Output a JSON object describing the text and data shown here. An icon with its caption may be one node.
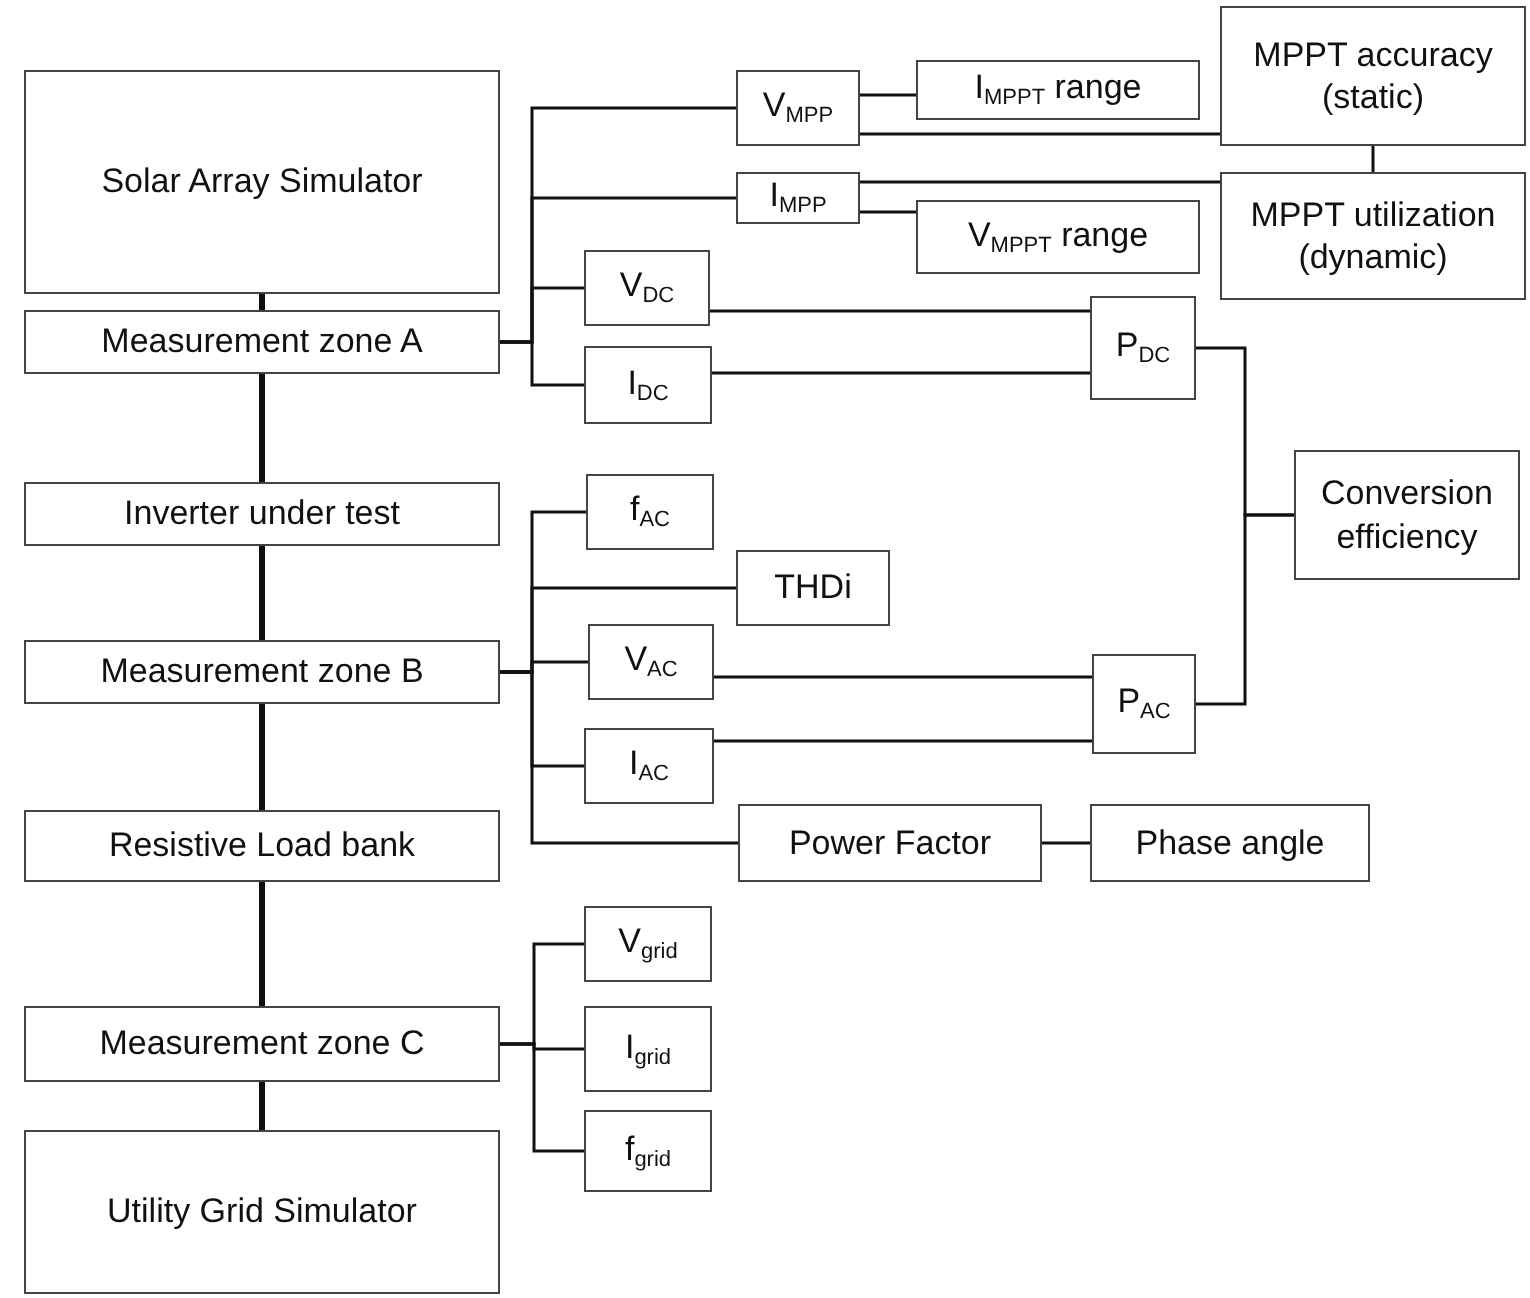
{
  "diagram": {
    "nodes": [
      {
        "text": [
          "Solar Array Simulator"
        ]
      },
      {
        "text": [
          "Measurement zone A"
        ]
      },
      {
        "text": [
          "Inverter under test"
        ]
      },
      {
        "text": [
          "Measurement zone B"
        ]
      },
      {
        "text": [
          "Resistive Load bank"
        ]
      },
      {
        "text": [
          "Measurement zone C"
        ]
      },
      {
        "text": [
          "Utility Grid Simulator"
        ]
      },
      {
        "text": [
          "V$_{MPP}$"
        ]
      },
      {
        "text": [
          "I$_{MPPT}$ range"
        ]
      },
      {
        "text": [
          "MPPT accuracy (static)"
        ]
      },
      {
        "text": [
          "I$_{MPP}$"
        ]
      },
      {
        "text": [
          "V$_{MPPT}$ range"
        ]
      },
      {
        "text": [
          "MPPT utilization (dynamic)"
        ]
      },
      {
        "text": [
          "V$_{DC}$"
        ]
      },
      {
        "text": [
          "I$_{DC}$"
        ]
      },
      {
        "text": [
          "P$_{DC}$"
        ]
      },
      {
        "text": [
          "Conversion efficiency"
        ]
      },
      {
        "text": [
          "f$_{AC}$"
        ]
      },
      {
        "text": [
          "THDi"
        ]
      },
      {
        "text": [
          "V$_{AC}$"
        ]
      },
      {
        "text": [
          "I$_{AC}$"
        ]
      },
      {
        "text": [
          "P$_{AC}$"
        ]
      },
      {
        "text": [
          "Power Factor"
        ]
      },
      {
        "text": [
          "Phase angle"
        ]
      },
      {
        "text": [
          "V$_{grid}$"
        ]
      },
      {
        "text": [
          "I$_{grid}$"
        ]
      },
      {
        "text": [
          "f$_{grid}$"
        ]
      }
    ],
    "edges": [
      {
        "from": 0,
        "to": 1,
        "arrow": "none",
        "style": "thick"
      },
      {
        "from": 1,
        "to": 2,
        "arrow": "none",
        "style": "thick"
      },
      {
        "from": 2,
        "to": 3,
        "arrow": "none",
        "style": "thick"
      },
      {
        "from": 3,
        "to": 4,
        "arrow": "none",
        "style": "thick"
      },
      {
        "from": 4,
        "to": 5,
        "arrow": "none",
        "style": "thick"
      },
      {
        "from": 5,
        "to": 6,
        "arrow": "none",
        "style": "thick"
      },
      {
        "from": 1,
        "to": 7,
        "arrow": "none"
      },
      {
        "from": 1,
        "to": 10,
        "arrow": "none"
      },
      {
        "from": 1,
        "to": 13,
        "arrow": "none"
      },
      {
        "from": 1,
        "to": 14,
        "arrow": "none"
      },
      {
        "from": 7,
        "to": 8,
        "arrow": "none"
      },
      {
        "from": 7,
        "to": 9,
        "arrow": "none"
      },
      {
        "from": 10,
        "to": 11,
        "arrow": "none"
      },
      {
        "from": 10,
        "to": 12,
        "arrow": "none"
      },
      {
        "from": 9,
        "to": 12,
        "arrow": "none"
      },
      {
        "from": 13,
        "to": 15,
        "arrow": "none"
      },
      {
        "from": 14,
        "to": 15,
        "arrow": "none"
      },
      {
        "from": 15,
        "to": 16,
        "arrow": "none"
      },
      {
        "from": 3,
        "to": 17,
        "arrow": "none"
      },
      {
        "from": 3,
        "to": 18,
        "arrow": "none"
      },
      {
        "from": 3,
        "to": 19,
        "arrow": "none"
      },
      {
        "from": 3,
        "to": 20,
        "arrow": "none"
      },
      {
        "from": 3,
        "to": 22,
        "arrow": "none"
      },
      {
        "from": 19,
        "to": 21,
        "arrow": "none"
      },
      {
        "from": 20,
        "to": 21,
        "arrow": "none"
      },
      {
        "from": 21,
        "to": 16,
        "arrow": "none"
      },
      {
        "from": 22,
        "to": 23,
        "arrow": "none"
      },
      {
        "from": 5,
        "to": 24,
        "arrow": "none"
      },
      {
        "from": 5,
        "to": 25,
        "arrow": "none"
      },
      {
        "from": 5,
        "to": 26,
        "arrow": "none"
      }
    ]
  }
}
